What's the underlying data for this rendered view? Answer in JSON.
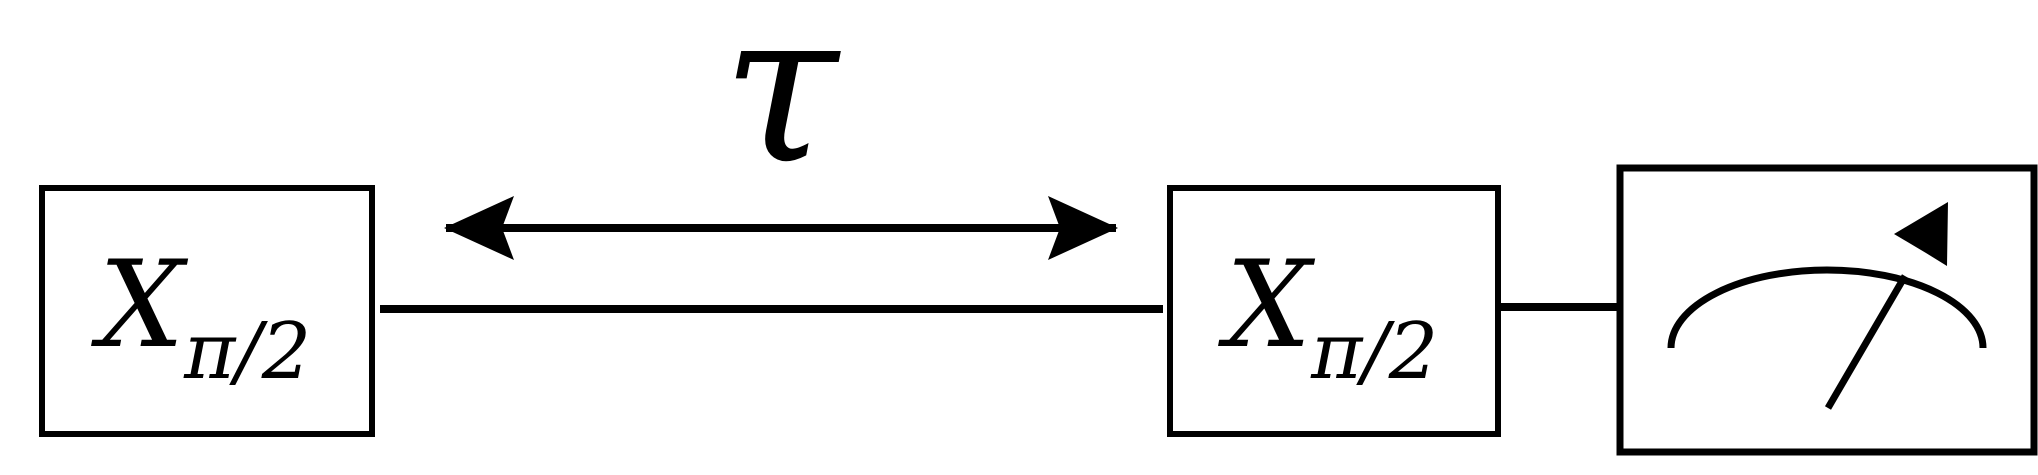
{
  "diagram": {
    "gates": [
      {
        "symbol": "X",
        "subscript": "π/2"
      },
      {
        "symbol": "X",
        "subscript": "π/2"
      }
    ],
    "delay_label": "τ",
    "measurement": {
      "icon": "meter-icon"
    },
    "colors": {
      "stroke": "#000000",
      "background": "#ffffff"
    }
  }
}
